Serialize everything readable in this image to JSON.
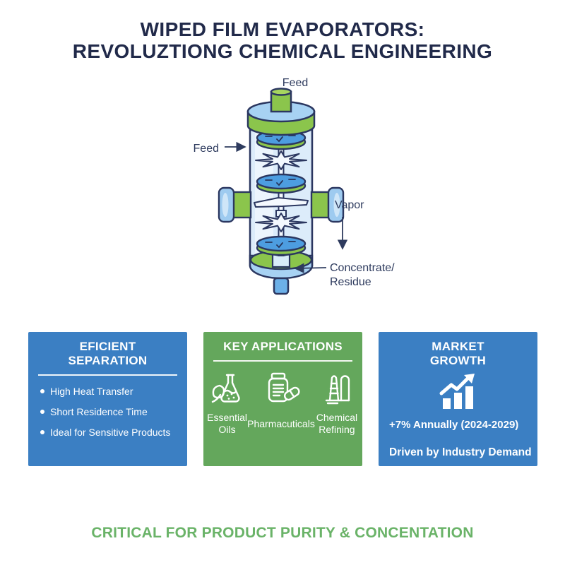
{
  "title": {
    "line1": "WIPED FILM EVAPORATORS:",
    "line2": "REVOLUZTIONG CHEMICAL ENGINEERING"
  },
  "diagram": {
    "description": "wiped-film-evaporator-illustration",
    "labels": {
      "feed_top": "Feed",
      "feed_side": "Feed",
      "vapor": "Vapor",
      "concentrate_line1": "Concentrate/",
      "concentrate_line2": "Residue"
    }
  },
  "cards": {
    "efficient_separation": {
      "title_line1": "EFICIENT",
      "title_line2": "SEPARATION",
      "bullets": [
        "High Heat Transfer",
        "Short Residence Time",
        "Ideal for Sensitive Products"
      ]
    },
    "key_applications": {
      "title": "KEY APPLICATIONS",
      "items": [
        {
          "icon": "flask-leaf-icon",
          "label_lines": [
            "Essential",
            "Oils"
          ]
        },
        {
          "icon": "pill-bottle-icon",
          "label_lines": [
            "Pharmacuticals"
          ]
        },
        {
          "icon": "refinery-icon",
          "label_lines": [
            "Chemical",
            "Refining"
          ]
        }
      ]
    },
    "market_growth": {
      "title_line1": "MARKET",
      "title_line2": "GROWTH",
      "icon": "bar-chart-growth-icon",
      "stat": "+7% Annually (2024-2029)",
      "note": "Driven by Industry Demand"
    }
  },
  "footer": {
    "text": "CRITICAL FOR PRODUCT PURITY & CONCENTATION"
  },
  "colors": {
    "title_navy": "#212a4a",
    "card_blue": "#3b7fc3",
    "card_green": "#64a75c",
    "footer_green": "#6ab368",
    "diagram_outline_navy": "#2b3760",
    "diagram_green": "#8bc54c",
    "diagram_light_blue": "#a7d2f3",
    "diagram_disc_blue": "#4d9de0"
  }
}
